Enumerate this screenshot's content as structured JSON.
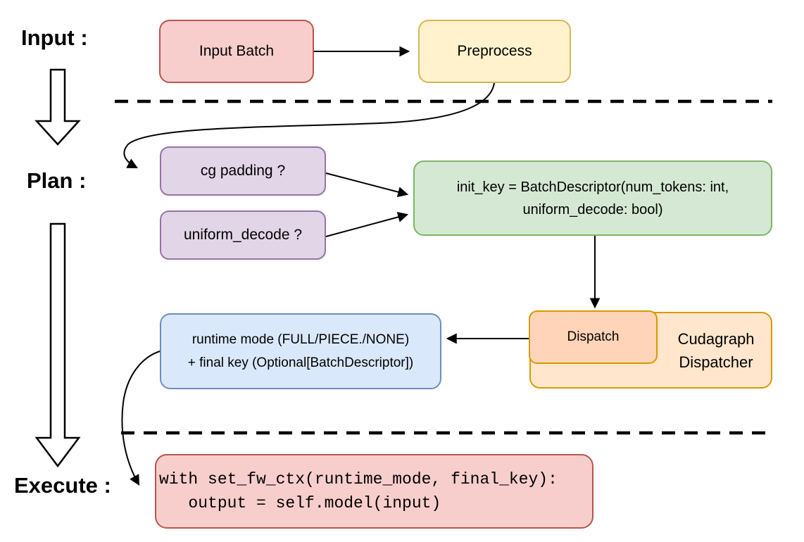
{
  "diagram": {
    "title_context": "cudagraph dispatch flow",
    "stages": {
      "input_label": "Input :",
      "plan_label": "Plan :",
      "execute_label": "Execute :"
    },
    "nodes": {
      "input_batch": {
        "label": "Input Batch"
      },
      "preprocess": {
        "label": "Preprocess"
      },
      "cg_padding": {
        "label": "cg padding ?"
      },
      "uniform_decode": {
        "label": "uniform_decode ?"
      },
      "init_key": {
        "line1": "init_key = BatchDescriptor(num_tokens: int,",
        "line2": "uniform_decode: bool)"
      },
      "dispatch": {
        "label": "Dispatch"
      },
      "cudagraph_dispatcher": {
        "line1": "Cudagraph",
        "line2": "Dispatcher"
      },
      "runtime_mode": {
        "line1": "runtime mode (FULL/PIECE./NONE)",
        "line2": "+ final key (Optional[BatchDescriptor])"
      },
      "execute_code": {
        "line1": "with set_fw_ctx(runtime_mode, final_key):",
        "line2": "   output = self.model(input)"
      }
    },
    "palette": {
      "pink_fill": "#f8cecc",
      "pink_stroke": "#b85450",
      "yellow_fill": "#fff2cc",
      "yellow_stroke": "#d6b656",
      "purple_fill": "#e1d5e7",
      "purple_stroke": "#9673a6",
      "green_fill": "#d5e8d4",
      "green_stroke": "#82b366",
      "blue_fill": "#dae8fc",
      "blue_stroke": "#6c8ebf",
      "orange_fill": "#ffe6cc",
      "peach_fill": "#ffd4b8",
      "orange_stroke": "#d79b00",
      "connector": "#000000",
      "background": "#ffffff"
    }
  }
}
